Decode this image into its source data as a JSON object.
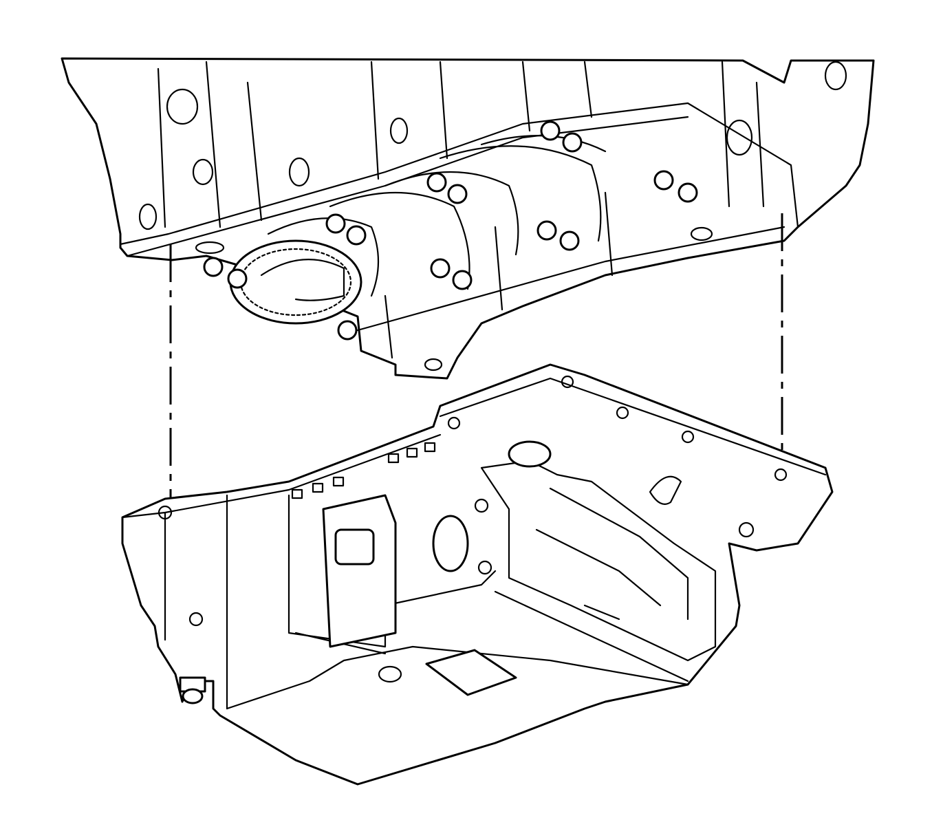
{
  "diagram": {
    "line_color": "#000000",
    "background_color": "#ffffff",
    "components": [
      "engine-block-lower",
      "oil-pan",
      "alignment-guides"
    ]
  }
}
